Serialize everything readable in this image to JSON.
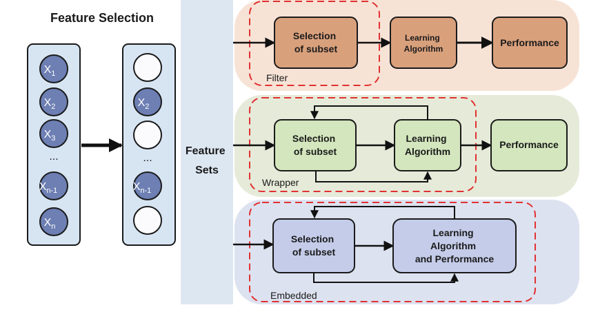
{
  "title": "Feature Selection",
  "input_features": [
    "X1",
    "X2",
    "X3",
    "...",
    "Xn-1",
    "Xn"
  ],
  "selected_features": [
    "",
    "X2",
    "",
    "...",
    "Xn-1",
    ""
  ],
  "feature_sets_label": [
    "Feature",
    "Sets"
  ],
  "filter": {
    "selection": [
      "Selection",
      "of subset"
    ],
    "learning": [
      "Learning",
      "Algorithm"
    ],
    "performance": "Performance",
    "label": "Filter"
  },
  "wrapper": {
    "selection": [
      "Selection",
      "of subset"
    ],
    "learning": [
      "Learning",
      "Algorithm"
    ],
    "performance": "Performance",
    "label": "Wrapper"
  },
  "embedded": {
    "selection": [
      "Selection",
      "of subset"
    ],
    "learning": [
      "Learning",
      "Algorithm",
      "and Performance"
    ],
    "label": "Embedded"
  },
  "colors": {
    "filter_bg": "#f7e3d6",
    "filter_box": "#d9a07c",
    "wrapper_bg": "#e6ead9",
    "wrapper_box": "#d3e6bd",
    "embedded_bg": "#dde2f0",
    "embedded_box": "#c4cce9",
    "panel_bg": "#d7e5f3",
    "node_fill": "#6d7fb3",
    "dash_red": "#e03030"
  }
}
